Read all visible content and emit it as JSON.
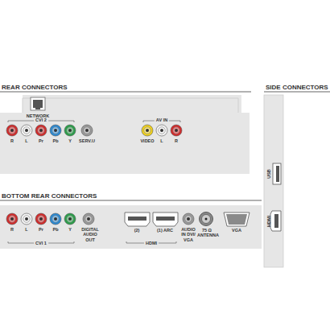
{
  "diagram": {
    "nodes": [
      {
        "text": [
          "REAR CONNECTORS"
        ]
      },
      {
        "text": [
          "SIDE CONNECTORS"
        ]
      },
      {
        "text": [
          "BOTTOM REAR CONNECTORS"
        ]
      }
    ],
    "labels": [
      "NETWORK",
      "CVI 2",
      "R",
      "L",
      "Pr",
      "Pb",
      "Y",
      "SERV.U",
      "AV IN",
      "VIDEO",
      "L",
      "R",
      "R",
      "L",
      "Pr",
      "Pb",
      "Y",
      "DIGITAL AUDIO OUT",
      "CVI 1",
      "(2)",
      "(1) ARC",
      "HDMI",
      "AUDIO IN DVI/ VGA",
      "75 Ω ANTENNA",
      "VGA",
      "USB",
      "HDMI"
    ]
  }
}
